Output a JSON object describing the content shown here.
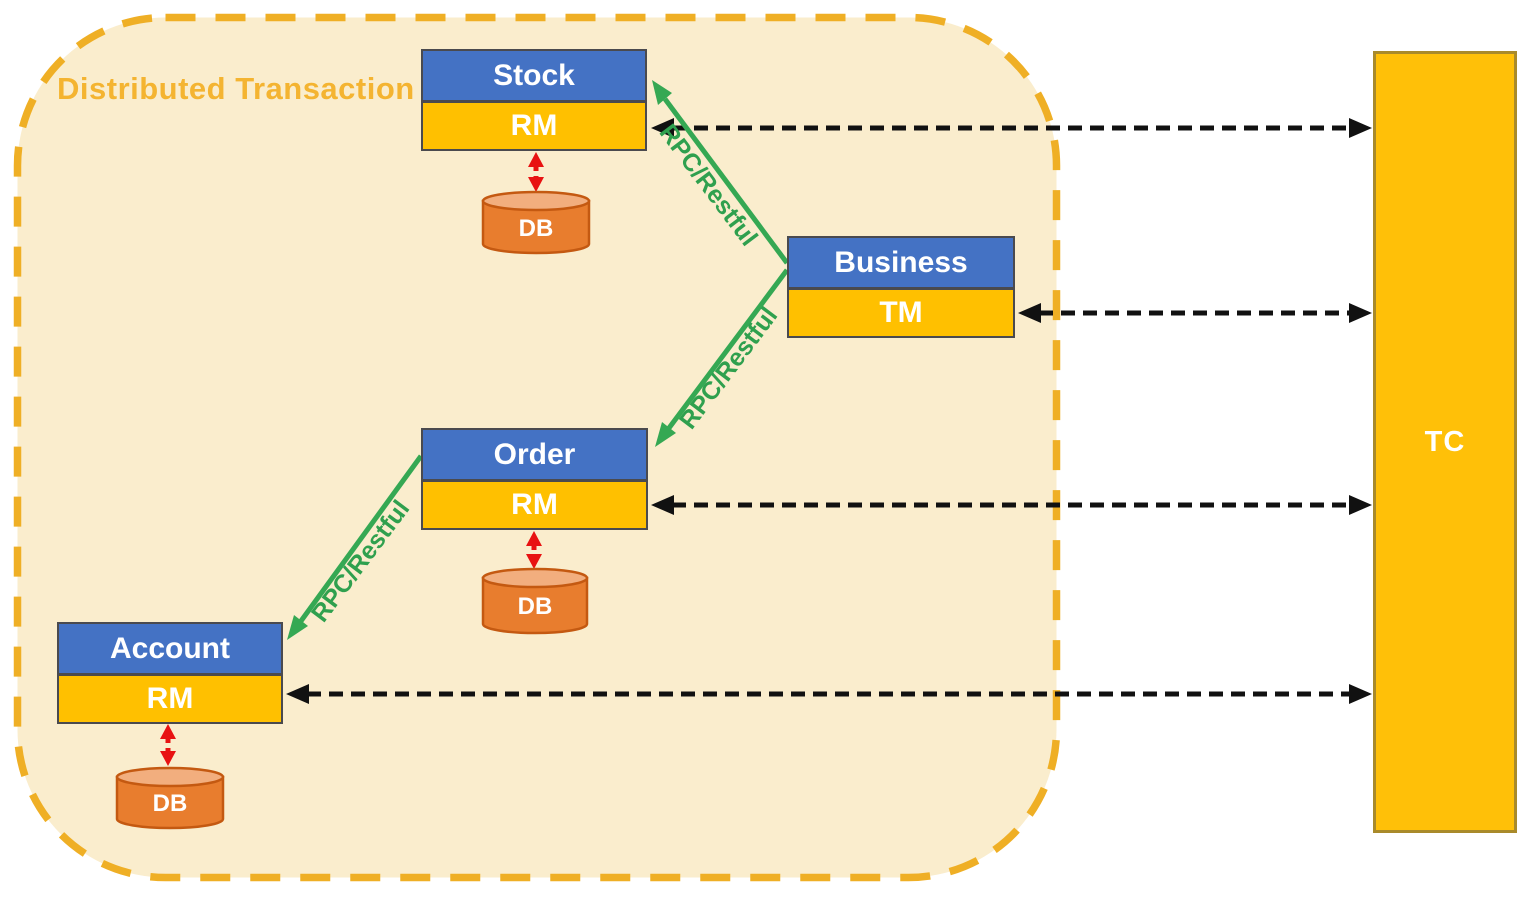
{
  "title": "Distributed Transaction",
  "services": [
    {
      "name": "Stock",
      "role": "RM",
      "db": "DB"
    },
    {
      "name": "Order",
      "role": "RM",
      "db": "DB"
    },
    {
      "name": "Account",
      "role": "RM",
      "db": "DB"
    }
  ],
  "business": {
    "name": "Business",
    "role": "TM"
  },
  "coordinator": {
    "name": "TC"
  },
  "connections": {
    "rpc_labels": [
      "RPC/Restful",
      "RPC/Restful",
      "RPC/Restful"
    ]
  },
  "colors": {
    "panel_background": "#FAEDCD",
    "panel_border": "#EFAF25",
    "title_text": "#F4B431",
    "service_header_blue": "#4472C4",
    "rm_tm_yellow": "#FFC000",
    "tc_fill": "#FFC008",
    "db_body": "#E87D2E",
    "db_top": "#F2AE7E",
    "rpc_arrow_green": "#35A853",
    "db_link_red": "#E81212",
    "tc_link_black": "#111111"
  }
}
